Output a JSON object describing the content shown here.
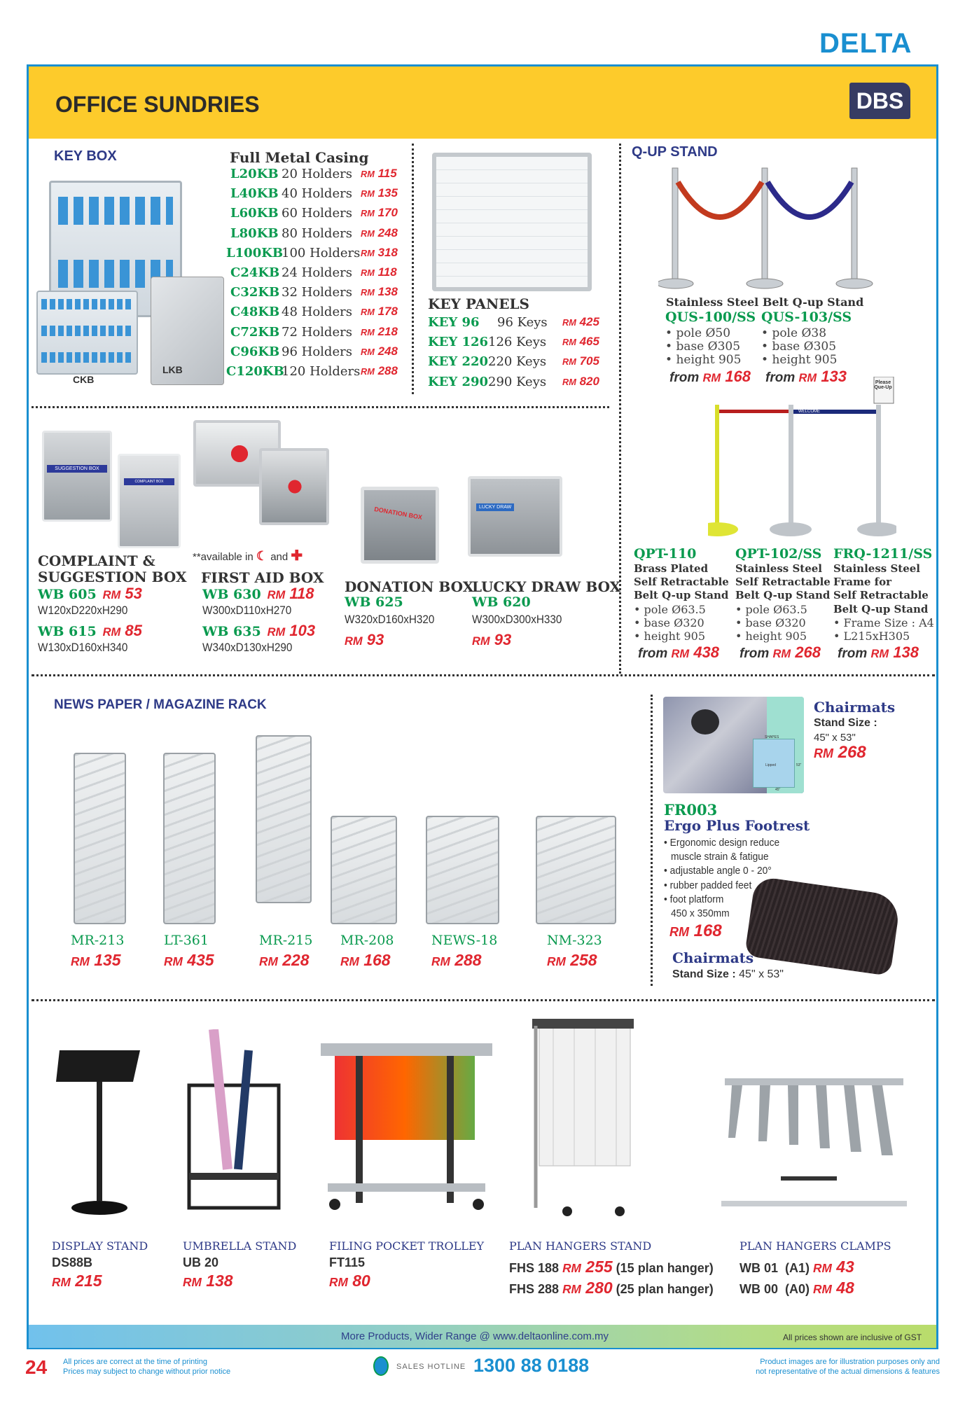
{
  "brand": {
    "logo_text": "DELTA",
    "section_logo": "DBS",
    "colors": {
      "blue": "#1a8fd0",
      "yellow": "#fdcb2b",
      "green": "#0a9a4f",
      "red": "#e0262f",
      "navy": "#2e3a87"
    }
  },
  "header": {
    "title": "OFFICE SUNDRIES"
  },
  "key_box": {
    "title": "KEY BOX",
    "casing_label": "Full Metal Casing",
    "image_labels": [
      "CKB",
      "LKB"
    ],
    "items": [
      {
        "code": "L20KB",
        "holders": "20 Holders",
        "price": "115"
      },
      {
        "code": "L40KB",
        "holders": "40 Holders",
        "price": "135"
      },
      {
        "code": "L60KB",
        "holders": "60 Holders",
        "price": "170"
      },
      {
        "code": "L80KB",
        "holders": "80 Holders",
        "price": "248"
      },
      {
        "code": "L100KB",
        "holders": "100 Holders",
        "price": "318"
      },
      {
        "code": "C24KB",
        "holders": "24 Holders",
        "price": "118"
      },
      {
        "code": "C32KB",
        "holders": "32 Holders",
        "price": "138"
      },
      {
        "code": "C48KB",
        "holders": "48 Holders",
        "price": "178"
      },
      {
        "code": "C72KB",
        "holders": "72 Holders",
        "price": "218"
      },
      {
        "code": "C96KB",
        "holders": "96 Holders",
        "price": "248"
      },
      {
        "code": "C120KB",
        "holders": "120 Holders",
        "price": "288"
      }
    ]
  },
  "key_panels": {
    "title": "KEY PANELS",
    "items": [
      {
        "code": "KEY 96",
        "keys": "96 Keys",
        "price": "425"
      },
      {
        "code": "KEY 126",
        "keys": "126 Keys",
        "price": "465"
      },
      {
        "code": "KEY 220",
        "keys": "220 Keys",
        "price": "705"
      },
      {
        "code": "KEY 290",
        "keys": "290 Keys",
        "price": "820"
      }
    ]
  },
  "currency": "RM",
  "from": "from",
  "qup": {
    "title": "Q-UP STAND",
    "belt_label": "Stainless Steel Belt Q-up Stand",
    "sign_text": "Please Que-Up",
    "welcome": "WELCOME",
    "belt_items": [
      {
        "code": "QUS-100/SS",
        "specs": [
          "pole Ø50",
          "base Ø305",
          "height 905"
        ],
        "price": "168"
      },
      {
        "code": "QUS-103/SS",
        "specs": [
          "pole Ø38",
          "base Ø305",
          "height 905"
        ],
        "price": "133"
      }
    ],
    "retract_items": [
      {
        "code": "QPT-110",
        "desc": [
          "Brass Plated",
          "Self Retractable",
          "Belt Q-up Stand"
        ],
        "specs": [
          "pole Ø63.5",
          "base Ø320",
          "height 905"
        ],
        "price": "438"
      },
      {
        "code": "QPT-102/SS",
        "desc": [
          "Stainless Steel",
          "Self Retractable",
          "Belt Q-up Stand"
        ],
        "specs": [
          "pole Ø63.5",
          "base Ø320",
          "height 905"
        ],
        "price": "268"
      },
      {
        "code": "FRQ-1211/SS",
        "desc": [
          "Stainless Steel",
          "Frame for",
          "Self Retractable",
          "Belt Q-up Stand"
        ],
        "specs": [
          "Frame Size : A4",
          "L215xH305"
        ],
        "price": "138"
      }
    ]
  },
  "boxes": {
    "available_note": "**available in",
    "and": "and",
    "complaint": {
      "title1": "COMPLAINT &",
      "title2": "SUGGESTION BOX",
      "label_a": "SUGGESTION BOX",
      "label_b": "COMPLAINT BOX",
      "items": [
        {
          "code": "WB 605",
          "price": "53",
          "dims": "W120xD220xH290"
        },
        {
          "code": "WB 615",
          "price": "85",
          "dims": "W130xD160xH340"
        }
      ]
    },
    "first_aid": {
      "title": "FIRST AID BOX",
      "items": [
        {
          "code": "WB 630",
          "price": "118",
          "dims": "W300xD110xH270"
        },
        {
          "code": "WB 635",
          "price": "103",
          "dims": "W340xD130xH290"
        }
      ]
    },
    "donation": {
      "title": "DONATION BOX",
      "code": "WB 625",
      "dims": "W320xD160xH320",
      "price": "93",
      "label": "DONATION BOX"
    },
    "lucky": {
      "title": "LUCKY DRAW BOX",
      "code": "WB 620",
      "dims": "W300xD300xH330",
      "price": "93",
      "label": "LUCKY DRAW"
    }
  },
  "racks": {
    "title": "NEWS PAPER / MAGAZINE RACK",
    "items": [
      {
        "code": "MR-213",
        "price": "135"
      },
      {
        "code": "LT-361",
        "price": "435"
      },
      {
        "code": "MR-215",
        "price": "228"
      },
      {
        "code": "MR-208",
        "price": "168"
      },
      {
        "code": "NEWS-18",
        "price": "288"
      },
      {
        "code": "NM-323",
        "price": "258"
      }
    ]
  },
  "chairmat1": {
    "title": "Chairmats",
    "size_label": "Stand Size :",
    "size": "45\" x 53\"",
    "price": "268",
    "img_labels": [
      "SHAPES",
      "Lipped",
      "45\"",
      "53\""
    ]
  },
  "footrest": {
    "code": "FR003",
    "name": "Ergo Plus Footrest",
    "features": [
      "• Ergonomic design reduce",
      "muscle strain & fatigue",
      "• adjustable angle 0 - 20°",
      "• rubber padded feet",
      "• foot platform",
      "450 x 350mm"
    ],
    "price": "168"
  },
  "chairmat2": {
    "title": "Chairmats",
    "size_label": "Stand Size :",
    "size": "45\" x 53\""
  },
  "bottom": [
    {
      "title": "DISPLAY STAND",
      "code": "DS88B",
      "price": "215"
    },
    {
      "title": "UMBRELLA STAND",
      "code": "UB 20",
      "price": "138"
    },
    {
      "title": "FILING POCKET TROLLEY",
      "code": "FT115",
      "price": "80"
    }
  ],
  "plan_stand": {
    "title": "PLAN HANGERS STAND",
    "items": [
      {
        "code": "FHS 188",
        "price": "255",
        "note": "(15 plan hanger)"
      },
      {
        "code": "FHS 288",
        "price": "280",
        "note": "(25 plan hanger)"
      }
    ]
  },
  "plan_clamps": {
    "title": "PLAN HANGERS CLAMPS",
    "items": [
      {
        "code": "WB 01  (A1)",
        "price": "43"
      },
      {
        "code": "WB 00  (A0)",
        "price": "48"
      }
    ]
  },
  "footer": {
    "band_text": "More Products, Wider Range @ www.deltaonline.com.my",
    "gst": "All prices shown are inclusive of GST",
    "page": "24",
    "disclaimer": [
      "All prices are correct at the time of printing",
      "Prices may subject to change without prior notice"
    ],
    "hotline_label": "SALES HOTLINE",
    "hotline": "1300 88 0188",
    "image_note": [
      "Product images are for illustration purposes only and",
      "not representative of the actual dimensions & features"
    ]
  }
}
